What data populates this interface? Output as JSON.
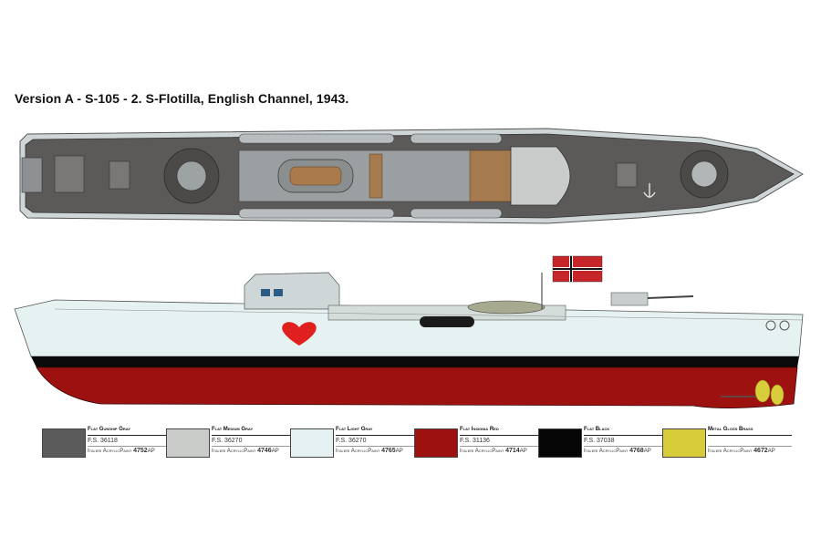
{
  "title": "Version A - S-105 - 2. S-Flotilla, English Channel, 1943.",
  "colors": {
    "hull_red": "#9e1111",
    "deck_gray": "#5c5a59",
    "light_gray": "#e6f1f2",
    "black": "#0a0a0a",
    "brass": "#d8cd3a"
  },
  "paints": [
    {
      "name": "Flat Gunship Gray",
      "fs": "F.S. 36118",
      "brand": "Italeri AcrylicPaint",
      "code": "4752",
      "suffix": "AP",
      "color": "#5c5b5b"
    },
    {
      "name": "Flat Medium Gray",
      "fs": "F.S. 36270",
      "brand": "Italeri AcrylicPaint",
      "code": "4746",
      "suffix": "AP",
      "color": "#c9ccc9"
    },
    {
      "name": "Flat Light Gray",
      "fs": "F.S. 36270",
      "brand": "Italeri AcrylicPaint",
      "code": "4765",
      "suffix": "AP",
      "color": "#e6f1f3"
    },
    {
      "name": "Flat Insignia Red",
      "fs": "F.S. 31136",
      "brand": "Italeri AcrylicPaint",
      "code": "4714",
      "suffix": "AP",
      "color": "#9e1111"
    },
    {
      "name": "Flat Black",
      "fs": "F.S. 37038",
      "brand": "Italeri AcrylicPaint",
      "code": "4768",
      "suffix": "AP",
      "color": "#050505"
    },
    {
      "name": "Metal Gloss Brass",
      "fs": "",
      "brand": "Italeri AcrylicPaint",
      "code": "4672",
      "suffix": "AP",
      "color": "#d7cd3a"
    }
  ]
}
